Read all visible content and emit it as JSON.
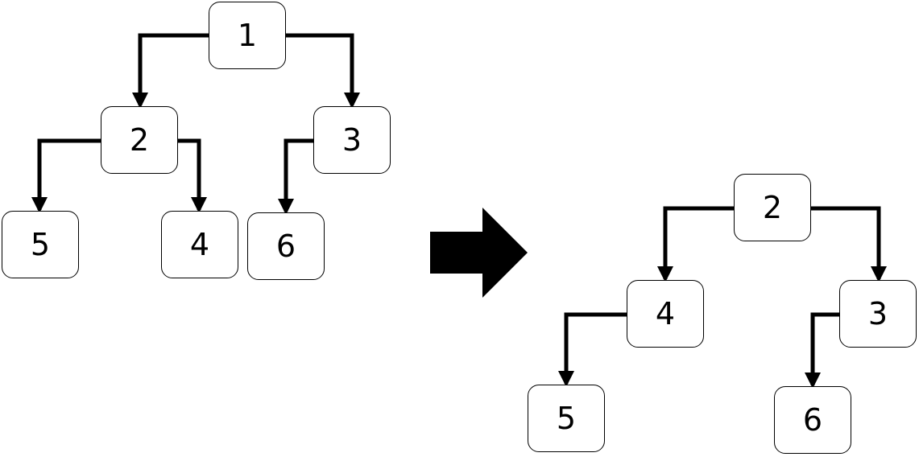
{
  "colors": {
    "line": "#000000",
    "node_border": "#000000",
    "background": "#ffffff"
  },
  "before_tree": {
    "nodes": {
      "n1": "1",
      "n2": "2",
      "n3": "3",
      "n5": "5",
      "n4": "4",
      "n6": "6"
    },
    "edges": [
      [
        "1",
        "2"
      ],
      [
        "1",
        "3"
      ],
      [
        "2",
        "5"
      ],
      [
        "2",
        "4"
      ],
      [
        "3",
        "6"
      ]
    ]
  },
  "transform_arrow": {
    "icon": "right-arrow-icon"
  },
  "after_tree": {
    "nodes": {
      "n2": "2",
      "n4": "4",
      "n3": "3",
      "n5": "5",
      "n6": "6"
    },
    "edges": [
      [
        "2",
        "4"
      ],
      [
        "2",
        "3"
      ],
      [
        "4",
        "5"
      ],
      [
        "3",
        "6"
      ]
    ]
  }
}
